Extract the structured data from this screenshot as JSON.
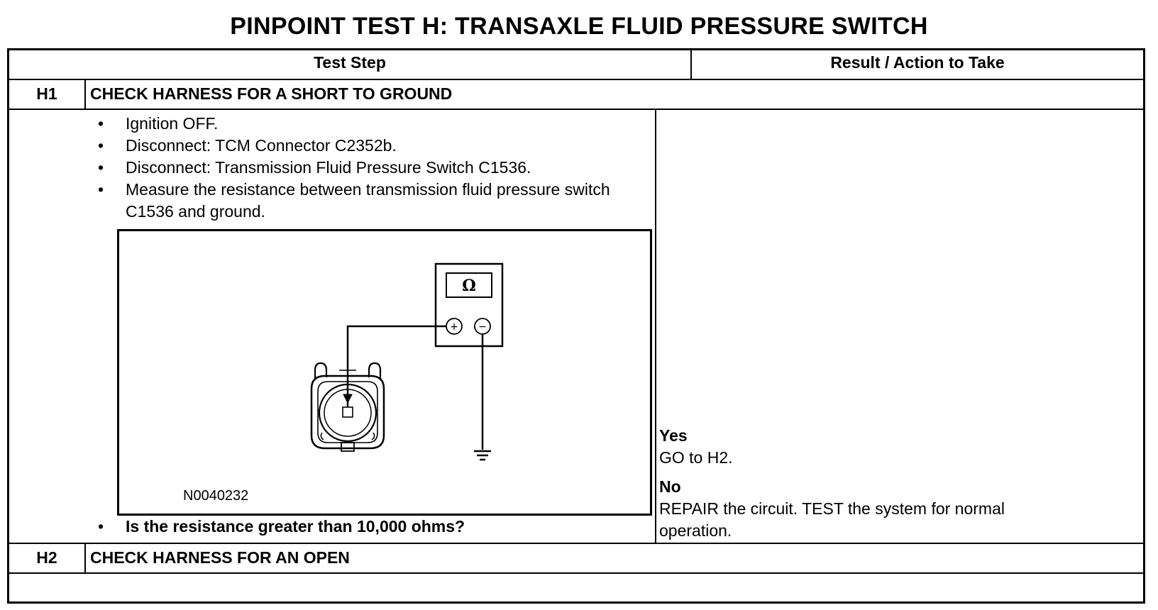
{
  "title": "PINPOINT TEST H: TRANSAXLE FLUID PRESSURE SWITCH",
  "header": {
    "test_step": "Test Step",
    "result_action": "Result / Action to Take"
  },
  "steps": [
    {
      "id": "H1",
      "heading": "CHECK HARNESS FOR A SHORT TO GROUND",
      "bullets": [
        "Ignition OFF.",
        "Disconnect: TCM Connector C2352b.",
        "Disconnect: Transmission Fluid Pressure Switch C1536.",
        "Measure the resistance between transmission fluid pressure switch C1536 and ground."
      ],
      "figure": {
        "id": "N0040232",
        "meter_symbol": "Ω",
        "plus": "+",
        "minus": "−",
        "icons": [
          "ohmmeter-icon",
          "connector-icon",
          "ground-icon"
        ]
      },
      "question": "Is the resistance greater than 10,000 ohms?",
      "results": [
        {
          "label": "Yes",
          "action": "GO to H2."
        },
        {
          "label": "No",
          "action": "REPAIR the circuit. TEST the system for normal operation."
        }
      ]
    },
    {
      "id": "H2",
      "heading": "CHECK HARNESS FOR AN OPEN"
    }
  ]
}
